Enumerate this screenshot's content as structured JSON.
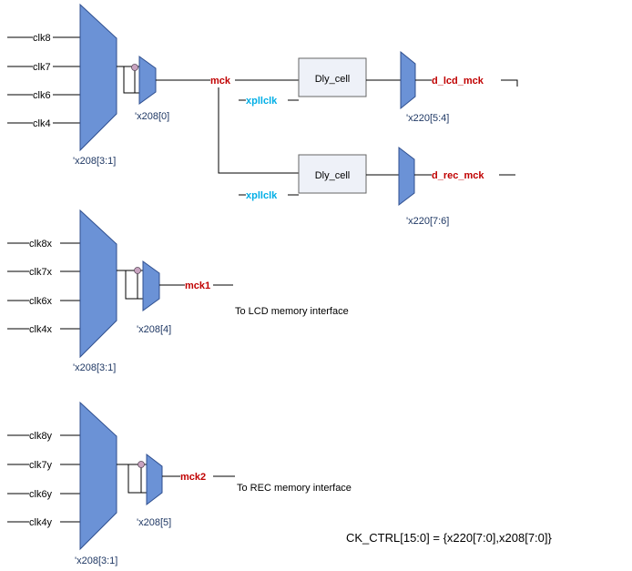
{
  "group1": {
    "inputs": [
      "clk8",
      "clk7",
      "clk6",
      "clk4"
    ],
    "big_mux_sel": "'x208[3:1]",
    "small_mux_sel": "'x208[0]",
    "net_out": "mck",
    "xpll_top": "xpllclk",
    "xpll_bottom": "xpllclk",
    "dly_top": "Dly_cell",
    "dly_bottom": "Dly_cell",
    "out_top": "d_lcd_mck",
    "out_bottom": "d_rec_mck",
    "out_mux_top_sel": "'x220[5:4]",
    "out_mux_bottom_sel": "'x220[7:6]"
  },
  "group2": {
    "inputs": [
      "clk8x",
      "clk7x",
      "clk6x",
      "clk4x"
    ],
    "big_mux_sel": "'x208[3:1]",
    "small_mux_sel": "'x208[4]",
    "net_out": "mck1",
    "note": "To LCD memory interface"
  },
  "group3": {
    "inputs": [
      "clk8y",
      "clk7y",
      "clk6y",
      "clk4y"
    ],
    "big_mux_sel": "'x208[3:1]",
    "small_mux_sel": "'x208[5]",
    "net_out": "mck2",
    "note": "To REC memory interface"
  },
  "footer": "CK_CTRL[15:0] = {x220[7:0],x208[7:0]}",
  "colors": {
    "mux_fill": "#6b92d6",
    "net_red": "#c00000",
    "net_cyan": "#00aee6",
    "select_label": "#1f3864",
    "dly_fill": "#eef1f8"
  }
}
